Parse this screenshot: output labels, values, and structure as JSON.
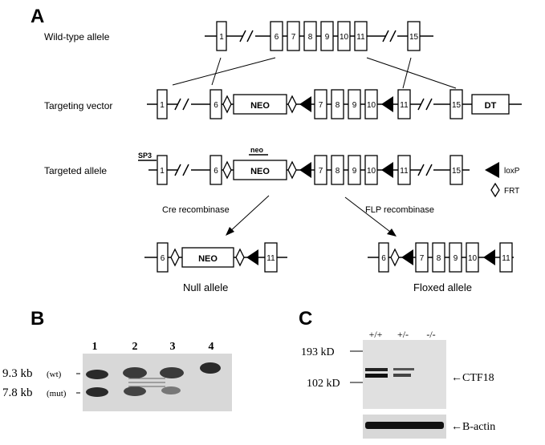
{
  "panels": {
    "a": "A",
    "b": "B",
    "c": "C"
  },
  "panel_a": {
    "rows": {
      "wildtype": "Wild-type allele",
      "vector": "Targeting vector",
      "targeted": "Targeted allele",
      "null": "Null allele",
      "floxed": "Floxed allele"
    },
    "exons": [
      "1",
      "6",
      "7",
      "8",
      "9",
      "10",
      "11",
      "15"
    ],
    "neo": "NEO",
    "neo_probe": "neo",
    "dt": "DT",
    "sp3": "SP3",
    "cre": "Cre recombinase",
    "flp": "FLP recombinase",
    "legend": {
      "loxp": "loxP",
      "frt": "FRT"
    }
  },
  "panel_b": {
    "lanes": [
      "1",
      "2",
      "3",
      "4"
    ],
    "band_wt": "9.3 kb",
    "band_wt_tag": "(wt)",
    "band_mut": "7.8 kb",
    "band_mut_tag": "(mut)"
  },
  "panel_c": {
    "genotypes": [
      "+/+",
      "+/-",
      "-/-"
    ],
    "marker_193": "193 kD",
    "marker_102": "102 kD",
    "ctf18": "←CTF18",
    "bactin": "←B-actin"
  },
  "colors": {
    "blot_bg": "#dcdcdc",
    "band": "#1a1a1a"
  }
}
